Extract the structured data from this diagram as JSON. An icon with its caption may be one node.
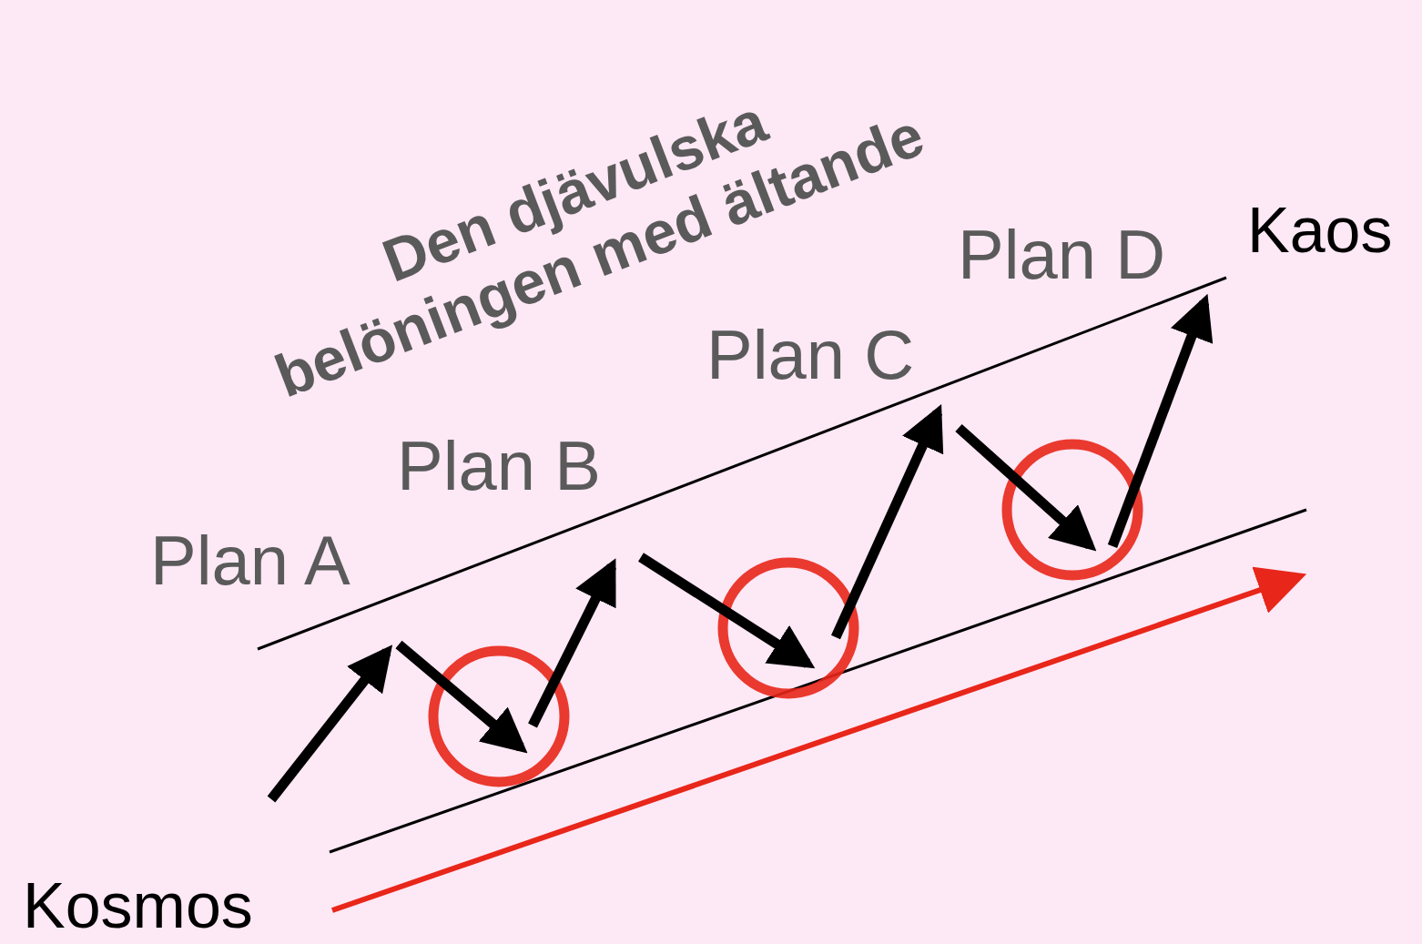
{
  "diagram": {
    "title": "Den djävulska belöningen med ältande",
    "labels": [
      "Plan A",
      "Plan B",
      "Plan C",
      "Plan D",
      "Kaos",
      "Kosmos"
    ]
  }
}
